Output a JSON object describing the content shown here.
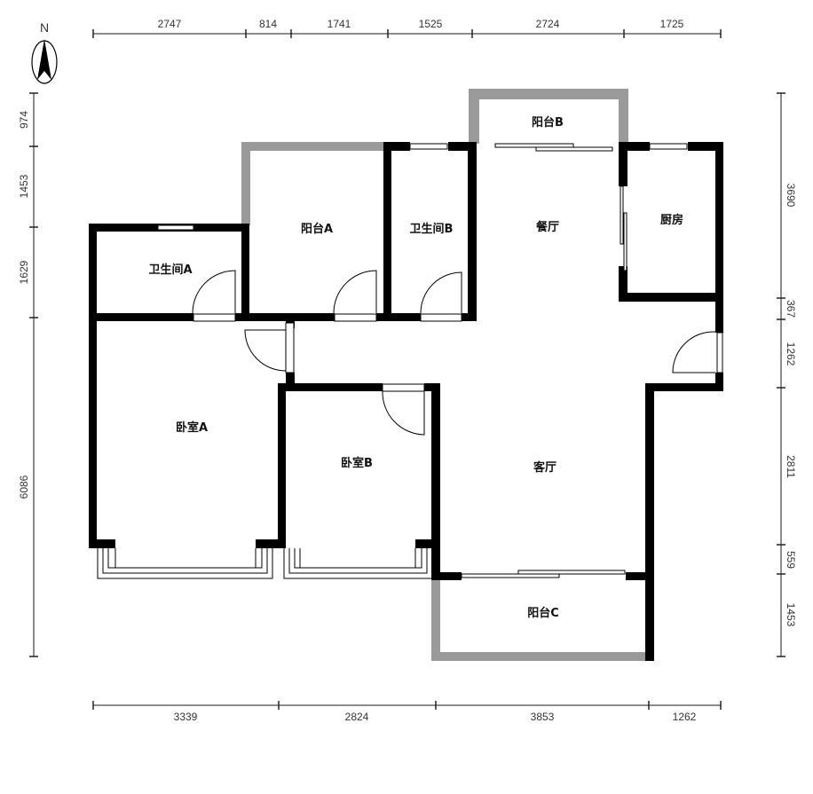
{
  "compass": {
    "label": "N"
  },
  "dimensions": {
    "top": [
      "2747",
      "814",
      "1741",
      "1525",
      "2724",
      "1725"
    ],
    "bottom": [
      "3339",
      "2824",
      "3853",
      "1262"
    ],
    "left": [
      "974",
      "1453",
      "1629",
      "6086"
    ],
    "right": [
      "3690",
      "367",
      "1262",
      "2811",
      "559",
      "1453"
    ]
  },
  "rooms": {
    "bath_a": "卫生间A",
    "balcony_a": "阳台A",
    "bath_b": "卫生间B",
    "balcony_b": "阳台B",
    "dining": "餐厅",
    "kitchen": "厨房",
    "bedroom_a": "卧室A",
    "bedroom_b": "卧室B",
    "living": "客厅",
    "balcony_c": "阳台C"
  }
}
